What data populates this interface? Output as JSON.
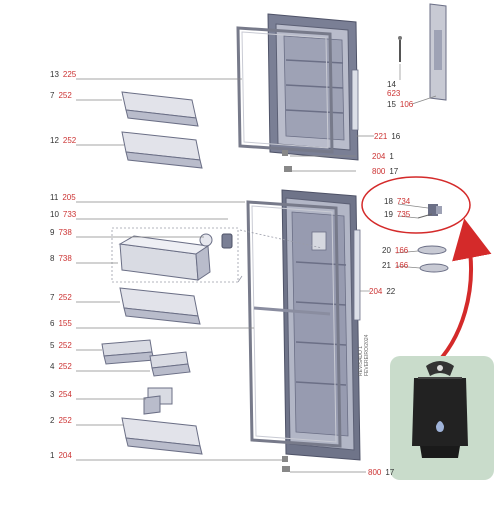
{
  "colors": {
    "code_text": "#cc3333",
    "number_text": "#333333",
    "leader_line": "#888888",
    "highlight_circle": "#d42a2a",
    "door_frame": "#6b6f86",
    "inset_bg": "#c9dccb"
  },
  "callouts_left": [
    {
      "num": "13",
      "code": "225"
    },
    {
      "num": "7",
      "code": "252"
    },
    {
      "num": "12",
      "code": "252"
    },
    {
      "num": "11",
      "code": "205"
    },
    {
      "num": "10",
      "code": "733"
    },
    {
      "num": "9",
      "code": "738"
    },
    {
      "num": "8",
      "code": "738"
    },
    {
      "num": "7",
      "code": "252"
    },
    {
      "num": "6",
      "code": "155"
    },
    {
      "num": "5",
      "code": "252"
    },
    {
      "num": "4",
      "code": "252"
    },
    {
      "num": "3",
      "code": "254"
    },
    {
      "num": "2",
      "code": "252"
    },
    {
      "num": "1",
      "code": "204"
    }
  ],
  "callouts_right": [
    {
      "num": "16",
      "code": "221"
    },
    {
      "num": "1",
      "code": "204"
    },
    {
      "num": "17",
      "code": "800"
    },
    {
      "num": "18",
      "code": "734"
    },
    {
      "num": "19",
      "code": "735"
    },
    {
      "num": "20",
      "code": "166"
    },
    {
      "num": "21",
      "code": "166"
    },
    {
      "num": "22",
      "code": "204"
    },
    {
      "num": "17",
      "code": "800"
    }
  ],
  "callouts_stacked": [
    {
      "num": "14",
      "code": "623"
    },
    {
      "num": "15",
      "code": "106"
    }
  ],
  "revision_text": "REVISADO 1 FEVEREIRO/2024"
}
